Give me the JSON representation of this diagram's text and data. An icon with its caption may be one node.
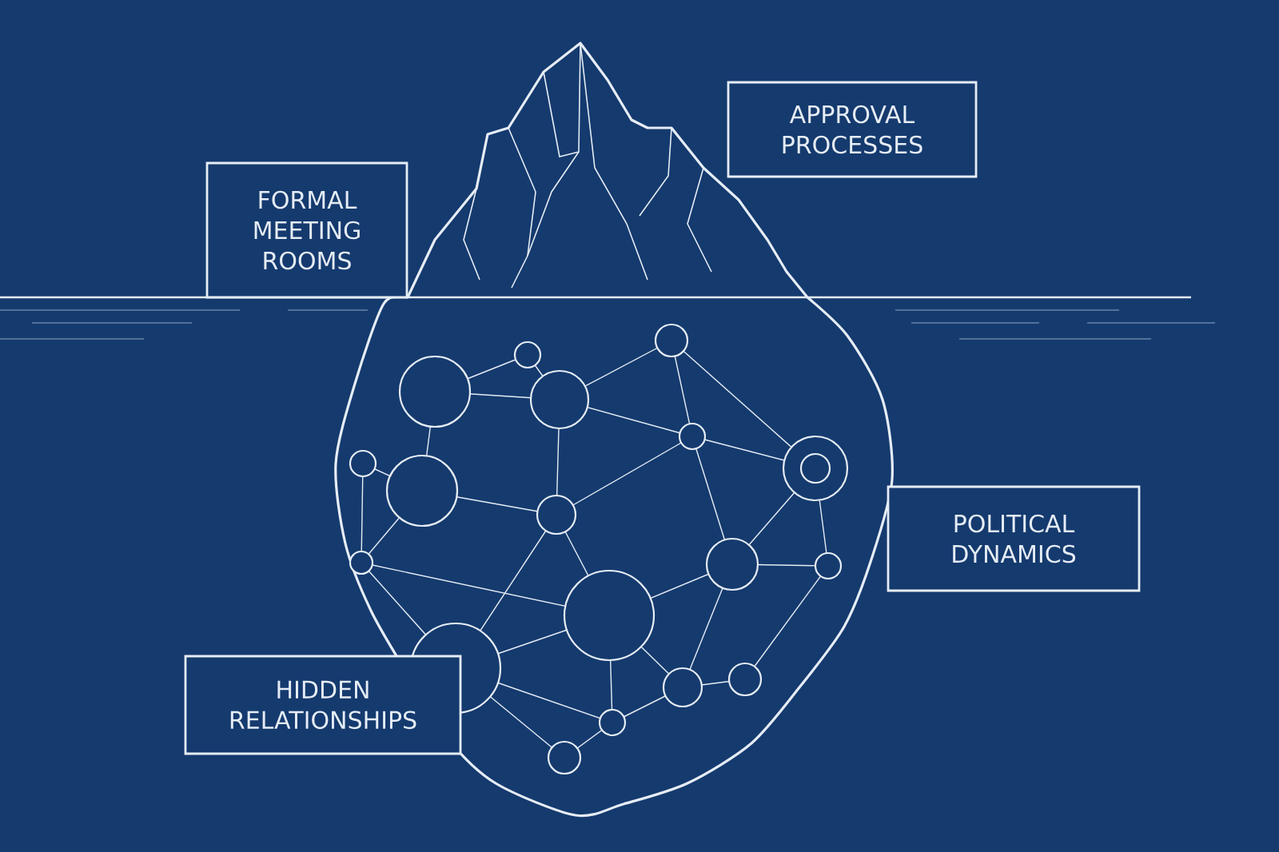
{
  "diagram": {
    "nodes": [
      {
        "text": [
          "FORMAL MEETING ROOMS"
        ]
      },
      {
        "text": [
          "APPROVAL PROCESSES"
        ]
      },
      {
        "text": [
          "POLITICAL DYNAMICS"
        ]
      },
      {
        "text": [
          "HIDDEN RELATIONSHIPS"
        ]
      }
    ]
  }
}
